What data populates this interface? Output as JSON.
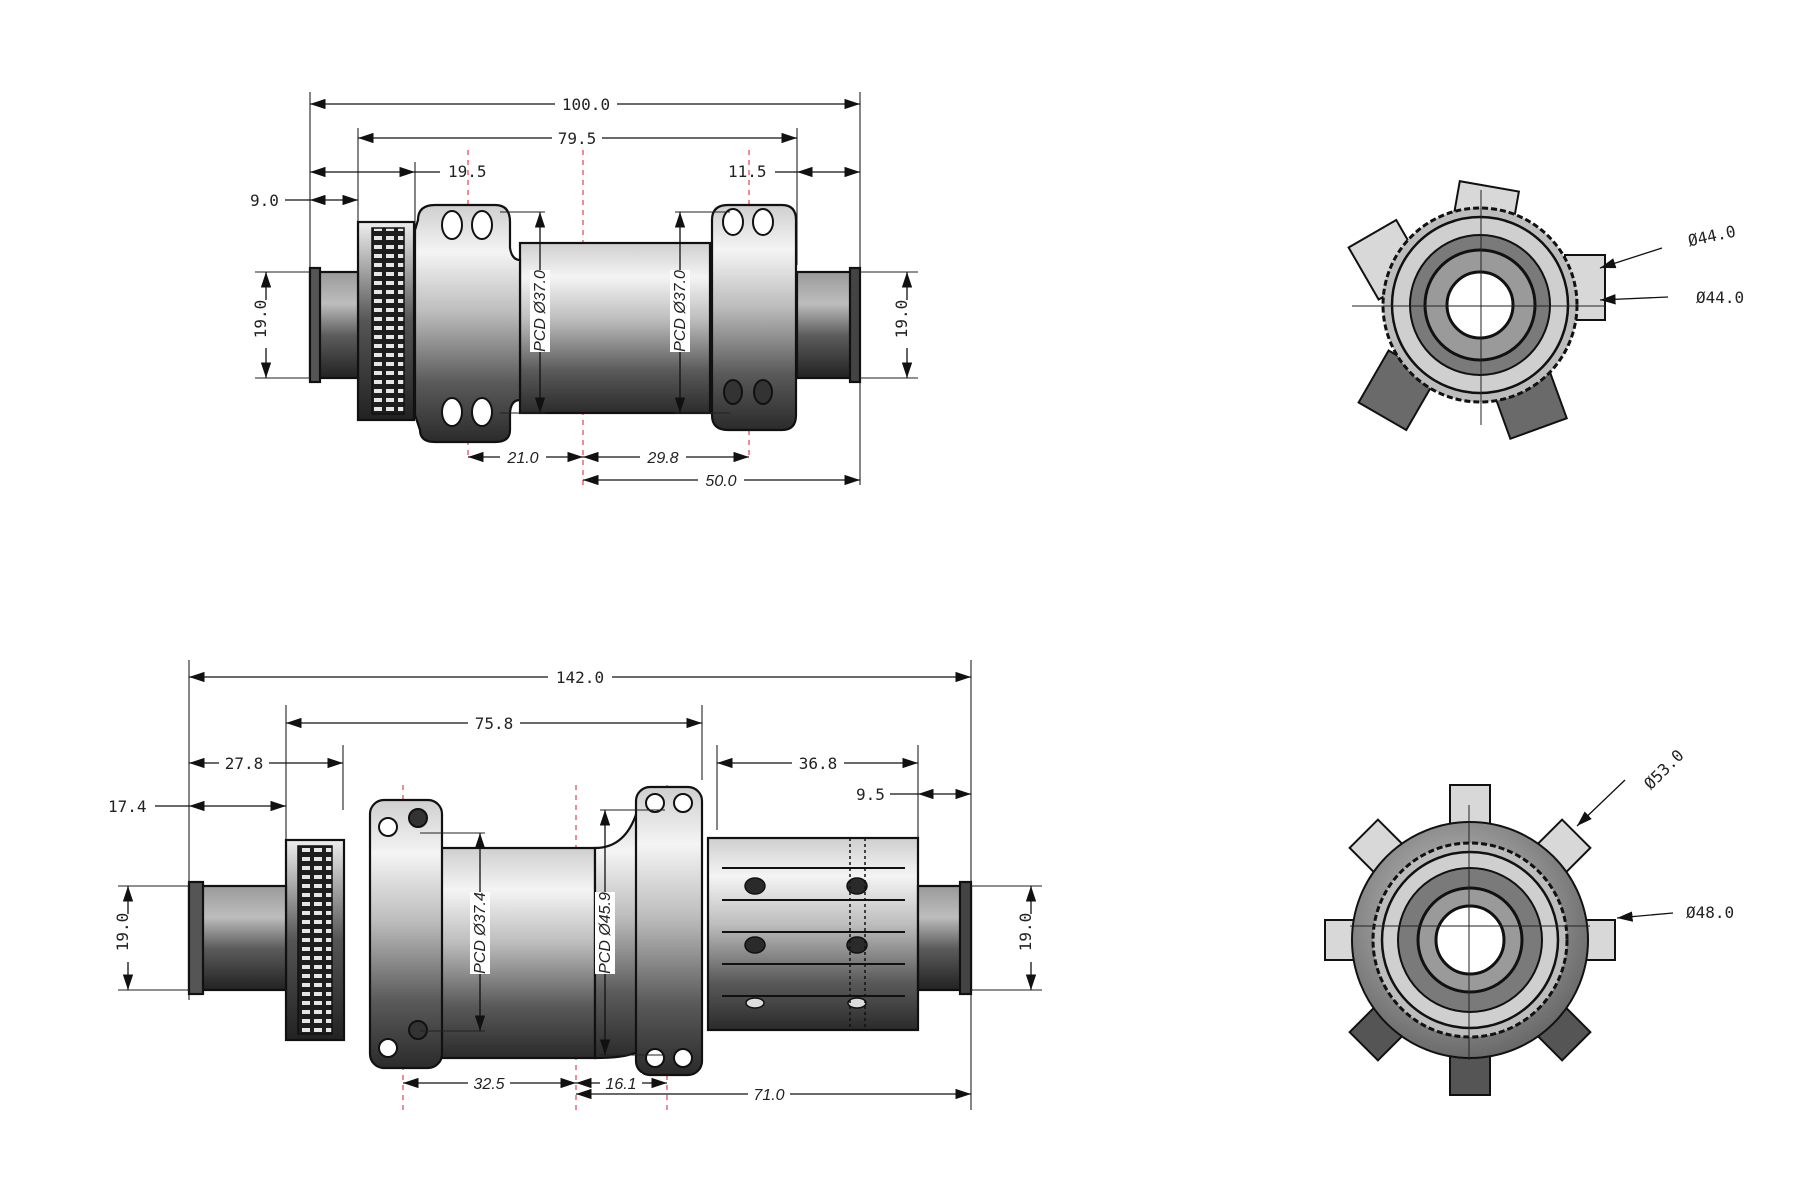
{
  "front_hub": {
    "side_view": {
      "dimensions": {
        "overall_width": "100.0",
        "flange_spacing_total": "79.5",
        "left_flange_offset": "19.5",
        "right_flange_offset": "11.5",
        "left_endcap": "9.0",
        "axle_left": "19.0",
        "axle_right": "19.0",
        "pcd_left": "PCD Ø37.0",
        "pcd_right": "PCD Ø37.0",
        "center_to_left_flange": "21.0",
        "center_to_right_flange": "29.8",
        "center_to_right_end": "50.0"
      }
    },
    "end_view": {
      "dimensions": {
        "outer_diameter": "Ø44.0",
        "flange_diameter": "Ø44.0"
      }
    }
  },
  "rear_hub": {
    "side_view": {
      "dimensions": {
        "overall_width": "142.0",
        "flange_spacing_total": "75.8",
        "left_flange_offset": "27.8",
        "left_endcap": "17.4",
        "freehub_length": "36.8",
        "right_endcap": "9.5",
        "axle_left": "19.0",
        "axle_right": "19.0",
        "pcd_left": "PCD Ø37.4",
        "pcd_right": "PCD Ø45.9",
        "center_to_left_flange": "32.5",
        "center_to_right_flange": "16.1",
        "center_to_right_end": "71.0"
      }
    },
    "end_view": {
      "dimensions": {
        "outer_diameter": "Ø53.0",
        "flange_diameter": "Ø48.0"
      }
    }
  },
  "colors": {
    "background": "#ffffff",
    "line": "#111111",
    "centerline": "#e04050",
    "body_light": "#e8e8e8",
    "body_dark": "#3a3a3a"
  }
}
